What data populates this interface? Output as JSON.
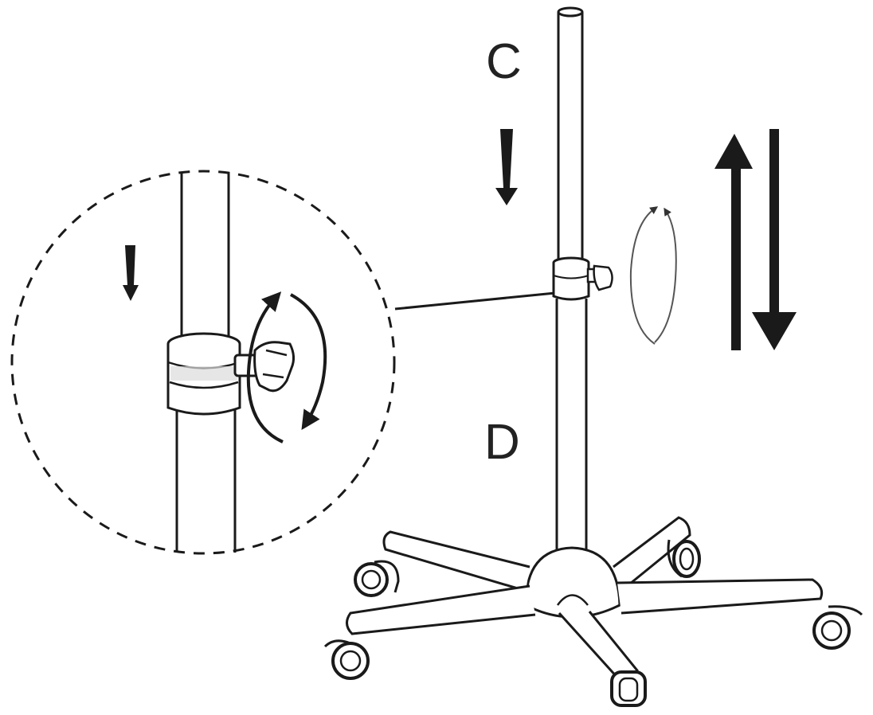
{
  "labels": {
    "upper_pole": "C",
    "lower_pole": "D"
  },
  "colors": {
    "line": "#1a1a1a",
    "background": "#ffffff",
    "shade": "#cfcfcf"
  },
  "icons": {
    "detail_view": "magnified-clamp-detail",
    "knob_rotation": "rotate-arrows-icon",
    "height_adjust": "up-down-arrows-icon",
    "insert_direction": "down-arrow-icon"
  }
}
